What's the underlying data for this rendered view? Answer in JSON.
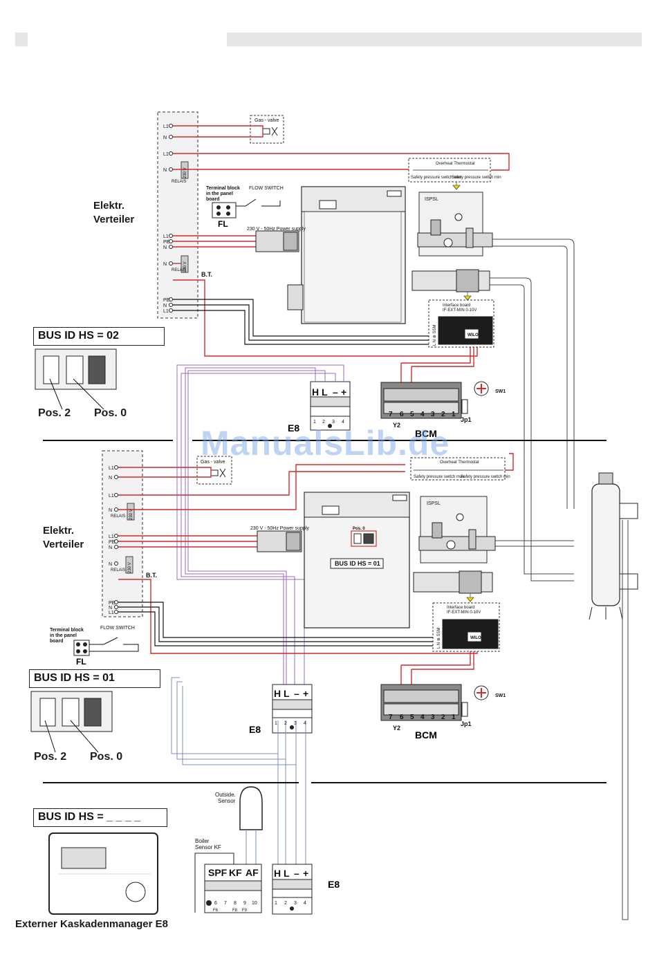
{
  "distributor": {
    "label_line1": "Elektr.",
    "label_line2": "Verteiler",
    "terminals_top": [
      "L1",
      "N",
      "L1",
      "N"
    ],
    "terminals_power": [
      "L1",
      "PE",
      "N",
      "N"
    ],
    "terminals_bottom": [
      "PE",
      "N",
      "L1"
    ],
    "relay_label": "RELAIS",
    "relay_voltage": "230 V",
    "bt_label": "B.T."
  },
  "gas_valve_label": "Gas - valve",
  "flow_switch": {
    "terminal_block_line1": "Terminal block",
    "terminal_block_line2": "in the panel",
    "terminal_block_line3": "board",
    "switch_label": "FLOW SWITCH",
    "fl_label": "FL"
  },
  "power_supply_label": "230 V - 50Hz Power supply",
  "overheat_thermostat": "Overheat Thermostat",
  "safety_max": "Safety pressure switch max",
  "safety_min": "Safety pressure switch min",
  "ispsl_label": "ISPSL",
  "interface_board": {
    "line1": "Interface board",
    "line2": "IF-EXT-MIN 0-10V",
    "brand": "WILO",
    "terminals": "L N ⊕ SSM"
  },
  "e8_label": "E8",
  "e8_terminals": [
    "H",
    "L",
    "–",
    "+"
  ],
  "e8_numbers": [
    "1",
    "2",
    "3",
    "4"
  ],
  "bcm": {
    "label": "BCM",
    "numbers": [
      "7",
      "6",
      "5",
      "4",
      "3",
      "2",
      "1"
    ],
    "y2_label": "Y2",
    "jp1_label": "Jp1",
    "sw1_label": "SW1"
  },
  "bus_ids": {
    "top": "BUS ID HS = 02",
    "middle": "BUS ID HS = 01",
    "bottom": "BUS ID HS = _ _ _ _",
    "boiler_inset": "BUS ID HS = 01",
    "pos_inset": "Pos. 0"
  },
  "positions": {
    "pos2": "Pos. 2",
    "pos0": "Pos. 0"
  },
  "outside_sensor_line1": "Outside.",
  "outside_sensor_line2": "Sensor",
  "boiler_sensor_line1": "Boiler",
  "boiler_sensor_line2": "Sensor KF",
  "sensor_terminals": [
    "SPF",
    "KF",
    "AF"
  ],
  "sensor_numbers": [
    "6",
    "7",
    "8",
    "9",
    "10"
  ],
  "sensor_sub": [
    "F6",
    "F8",
    "F9"
  ],
  "footer_label": "Externer Kaskadenmanager E8",
  "watermark": "ManualsLib.de"
}
